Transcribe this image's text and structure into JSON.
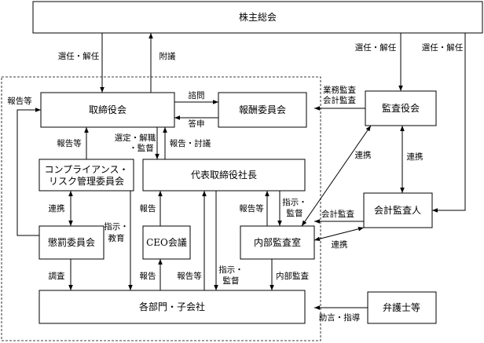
{
  "boxes": {
    "shareholders_meeting": "株主総会",
    "board_of_directors": "取締役会",
    "compensation_committee": "報酬委員会",
    "audit_board": "監査役会",
    "compliance_committee": [
      "コンプライアンス・",
      "リスク管理委員会"
    ],
    "president": "代表取締役社長",
    "accounting_auditor": "会計監査人",
    "disciplinary_committee": "懲罰委員会",
    "ceo_meeting": "CEO会議",
    "internal_audit_office": "内部監査室",
    "departments": "各部門・子会社",
    "lawyers": "弁護士等"
  },
  "edge_labels": {
    "shareholders_to_board": "選任・解任",
    "board_to_shareholders": "附議",
    "shareholders_to_audit_board": "選任・解任",
    "shareholders_to_accounting_auditor": "選任・解任",
    "disciplinary_to_board": "報告等",
    "board_to_compensation": "諮問",
    "compensation_to_board": "答申",
    "compliance_to_board": "報告等",
    "board_to_president": [
      "選定・解職",
      "・監督"
    ],
    "president_to_board": "報告・討議",
    "compliance_disciplinary": "連携",
    "compliance_to_departments": [
      "指示・",
      "教育"
    ],
    "ceo_to_president": "報告",
    "departments_to_ceo": "報告",
    "departments_to_president": "報告等",
    "president_to_departments": [
      "指示・",
      "監督"
    ],
    "internal_audit_to_president": "報告等",
    "president_to_internal_audit": [
      "指示・",
      "監督"
    ],
    "internal_audit_to_departments": "内部監査",
    "audit_board_to_company": [
      "業務監査",
      "会計監査"
    ],
    "audit_board_internal_audit": "連携",
    "audit_board_accounting_auditor": "連携",
    "accounting_auditor_to_company": "会計監査",
    "accounting_auditor_internal_audit": "連携",
    "lawyers_to_company": "助言・指導",
    "disciplinary_to_departments": "調査"
  }
}
